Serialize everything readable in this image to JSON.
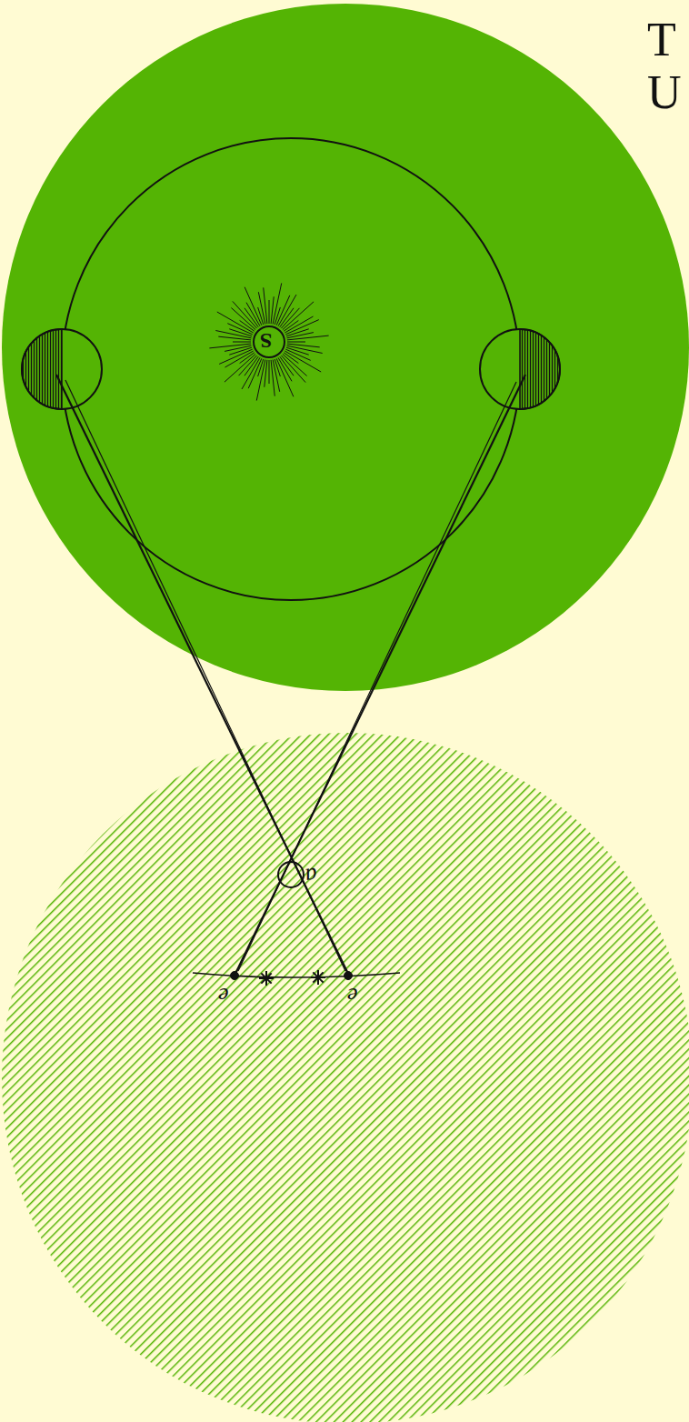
{
  "diagram": {
    "labels": [
      "T",
      "U",
      "S",
      "a",
      "e",
      "e"
    ]
  }
}
